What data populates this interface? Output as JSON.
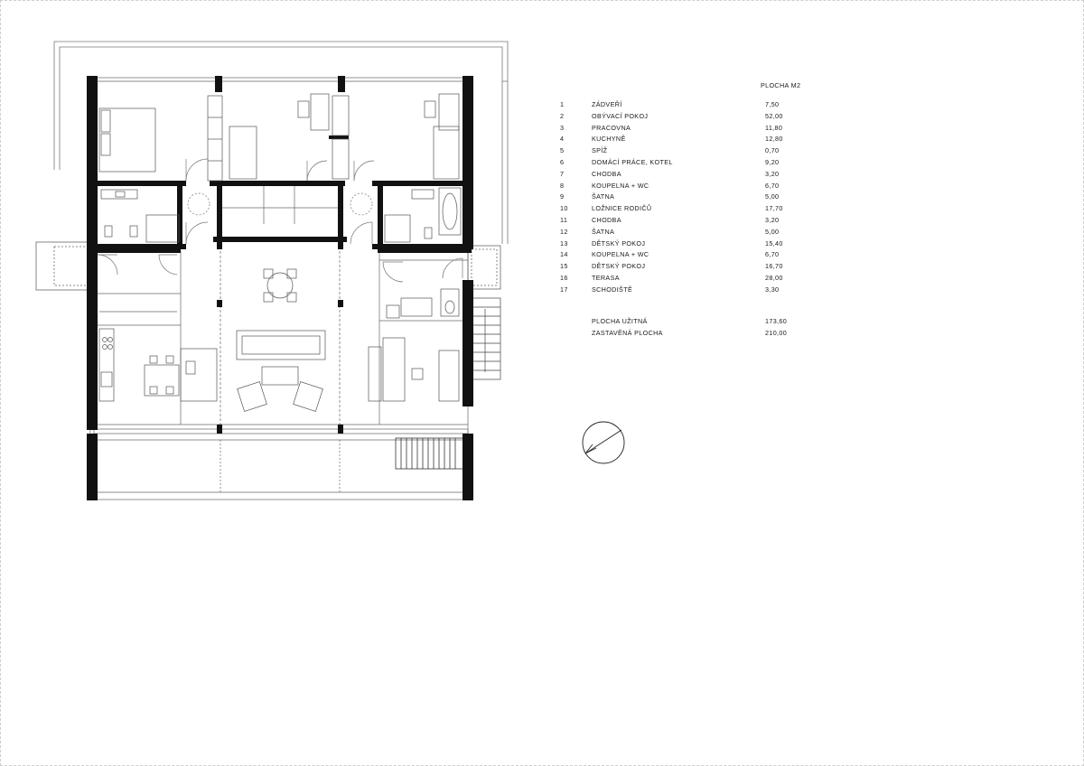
{
  "legend": {
    "header": "PLOCHA M2",
    "rooms": [
      {
        "no": "1",
        "name": "ZÁDVEŘÍ",
        "area": "7,50"
      },
      {
        "no": "2",
        "name": "OBÝVACÍ POKOJ",
        "area": "52,00"
      },
      {
        "no": "3",
        "name": "PRACOVNA",
        "area": "11,80"
      },
      {
        "no": "4",
        "name": "KUCHYNĚ",
        "area": "12,80"
      },
      {
        "no": "5",
        "name": "SPÍŽ",
        "area": "0,70"
      },
      {
        "no": "6",
        "name": "DOMÁCÍ PRÁCE, KOTEL",
        "area": "9,20"
      },
      {
        "no": "7",
        "name": "CHODBA",
        "area": "3,20"
      },
      {
        "no": "8",
        "name": "KOUPELNA + WC",
        "area": "6,70"
      },
      {
        "no": "9",
        "name": "ŠATNA",
        "area": "5,00"
      },
      {
        "no": "10",
        "name": "LOŽNICE RODIČŮ",
        "area": "17,70"
      },
      {
        "no": "11",
        "name": "CHODBA",
        "area": "3,20"
      },
      {
        "no": "12",
        "name": "ŠATNA",
        "area": "5,00"
      },
      {
        "no": "13",
        "name": "DĚTSKÝ POKOJ",
        "area": "15,40"
      },
      {
        "no": "14",
        "name": "KOUPELNA + WC",
        "area": "6,70"
      },
      {
        "no": "15",
        "name": "DĚTSKÝ POKOJ",
        "area": "16,70"
      },
      {
        "no": "16",
        "name": "TERASA",
        "area": "28,00"
      },
      {
        "no": "17",
        "name": "SCHODIŠTĚ",
        "area": "3,30"
      }
    ],
    "totals": [
      {
        "name": "PLOCHA UŽITNÁ",
        "area": "173,60"
      },
      {
        "name": "ZASTAVĚNÁ PLOCHA",
        "area": "210,00"
      }
    ]
  },
  "colors": {
    "wall": "#111111",
    "line": "#555555",
    "faint": "#9a9a9a"
  },
  "icons": [
    "north-arrow-icon"
  ]
}
